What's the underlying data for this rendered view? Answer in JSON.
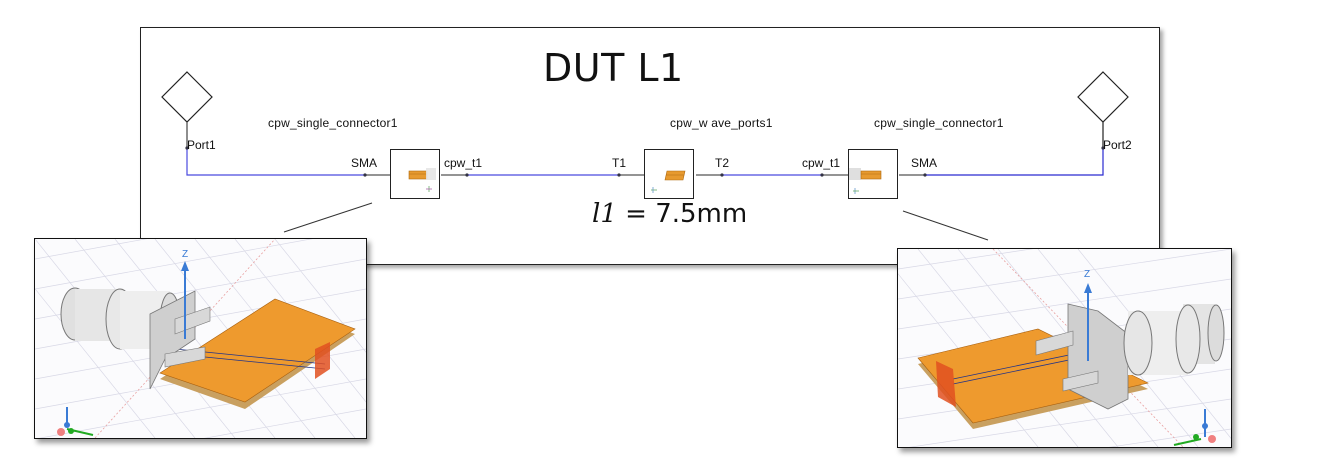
{
  "diagram": {
    "title": "DUT L1",
    "parameter": {
      "variable": "l1",
      "equals": " = ",
      "value": "7.5mm"
    },
    "ports": [
      {
        "id": "port1",
        "label": "Port1"
      },
      {
        "id": "port2",
        "label": "Port2"
      }
    ],
    "components": [
      {
        "id": "left-connector",
        "instance_name": "cpw_single_connector1",
        "pins": {
          "left": "SMA",
          "right": "cpw_t1"
        }
      },
      {
        "id": "wave-ports",
        "instance_name": "cpw_w ave_ports1",
        "pins": {
          "left": "T1",
          "right": "T2"
        }
      },
      {
        "id": "right-connector",
        "instance_name": "cpw_single_connector1",
        "pins": {
          "left": "cpw_t1",
          "right": "SMA"
        }
      }
    ],
    "colors": {
      "wire": "#4a4adf",
      "pcb_orange": "#ee9a2e",
      "metal_gray": "#d0d0d0",
      "axis_blue": "#3a7bd5",
      "axis_green": "#22aa22",
      "axis_red": "#e04040"
    },
    "insets": [
      {
        "id": "left-3d-view",
        "axis_label": "Z",
        "mini_axes": [
          "Z",
          "Y"
        ]
      },
      {
        "id": "right-3d-view",
        "axis_label": "Z",
        "mini_axes": [
          "Z",
          "Y"
        ]
      }
    ]
  }
}
